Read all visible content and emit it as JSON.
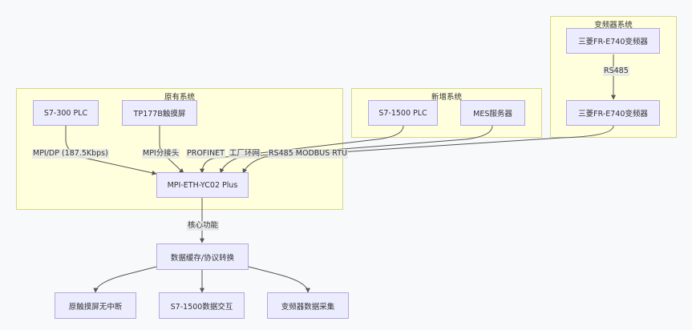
{
  "clusters": {
    "original": {
      "title": "原有系统"
    },
    "new": {
      "title": "新增系统"
    },
    "inverter": {
      "title": "变频器系统"
    }
  },
  "nodes": {
    "s7_300": "S7-300 PLC",
    "tp177b": "TP177B触摸屏",
    "gateway": "MPI-ETH-YC02 Plus",
    "s7_1500": "S7-1500 PLC",
    "mes": "MES服务器",
    "fr_e740_a": "三菱FR-E740变频器",
    "fr_e740_b": "三菱FR-E740变频器",
    "core": "数据缓存/协议转换",
    "out_hmi": "原触摸屏无中断",
    "out_s7": "S7-1500数据交互",
    "out_vfd": "变频器数据采集"
  },
  "edge_labels": {
    "mpi_dp": "MPI/DP (187.5Kbps)",
    "mpi_split": "MPI分接头",
    "profinet": "PROFINET",
    "factory_net": "工厂环网",
    "rs485_modbus": "RS485 MODBUS RTU",
    "rs485": "RS485",
    "core_func": "核心功能"
  },
  "colors": {
    "cluster_fill": "#ffffde",
    "cluster_border": "#d6d68a",
    "node_fill": "#ececff",
    "node_border": "#b7a6de",
    "edge": "#555555",
    "background": "#f8f9fb"
  }
}
